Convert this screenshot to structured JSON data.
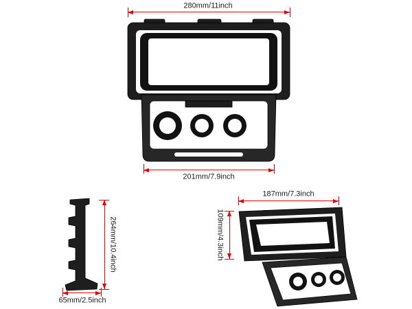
{
  "colors": {
    "dim_red": "#e60000",
    "panel_dark": "#1e1e1e",
    "panel_mid": "#272727",
    "panel_bezel": "#121212",
    "text": "#1a1a1a"
  },
  "views": {
    "front": {
      "top_width": "280mm/11inch",
      "lower_width": "201mm/7.9inch"
    },
    "side_profile": {
      "height": "264mm/10.4inch",
      "depth": "65mm/2.5inch"
    },
    "angled": {
      "top_width": "187mm/7.3inch",
      "screen_height": "109mm/4.3inch"
    }
  }
}
